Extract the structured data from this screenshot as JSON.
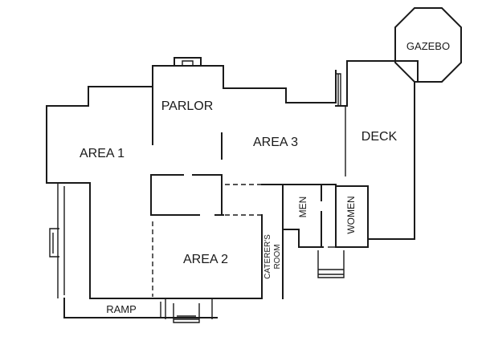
{
  "floor_plan": {
    "rooms": {
      "area1": "AREA 1",
      "area2": "AREA 2",
      "area3": "AREA 3",
      "parlor": "PARLOR",
      "deck": "DECK",
      "gazebo": "GAZEBO",
      "ramp": "RAMP",
      "men": "MEN",
      "women": "WOMEN",
      "caterers_line1": "CATERER'S",
      "caterers_line2": "ROOM"
    },
    "colors": {
      "ink": "#1a1a1a",
      "background": "#ffffff"
    }
  }
}
